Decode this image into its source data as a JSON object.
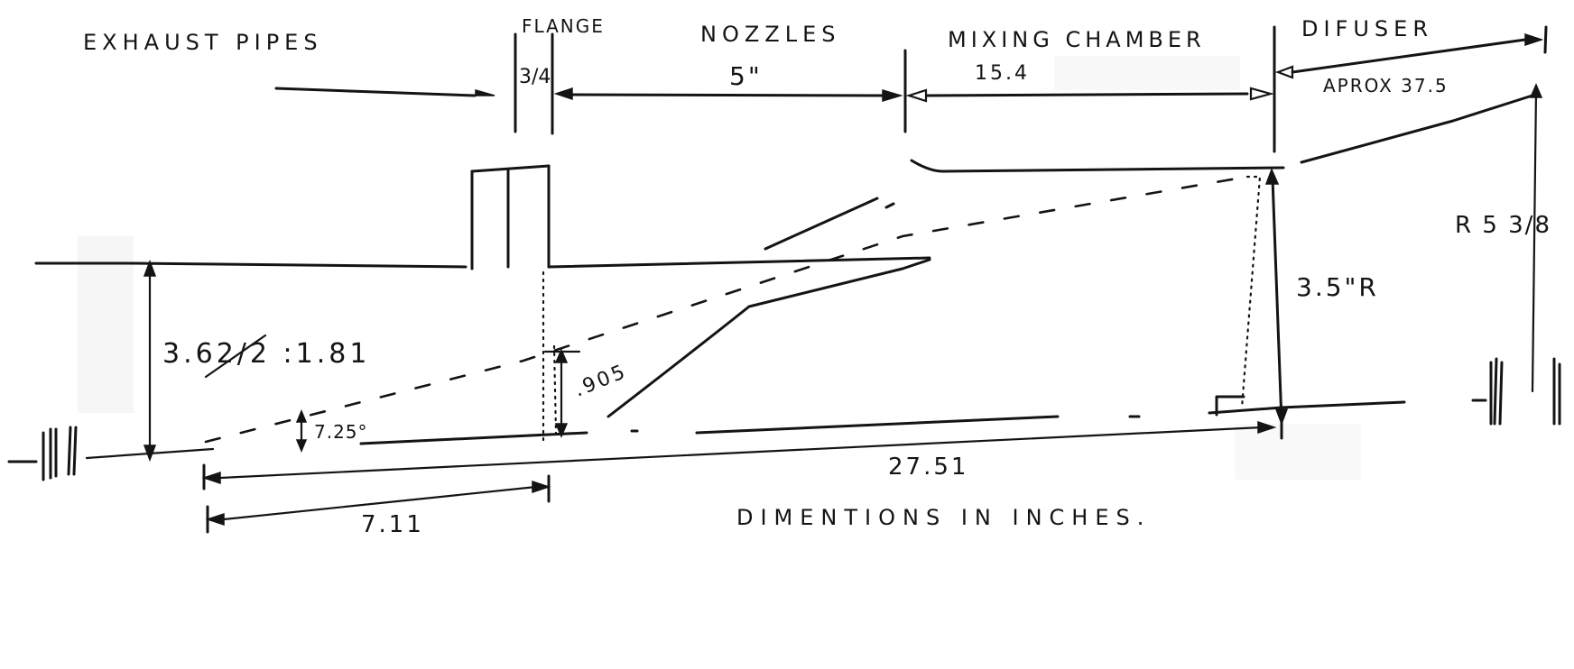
{
  "section_labels": {
    "exhaust_pipes": "EXHAUST  PIPES",
    "flange": "FLANGE",
    "nozzles": "NOZZLES",
    "mixing_chamber": "MIXING CHAMBER",
    "diffuser": "DIFUSER"
  },
  "dimensions": {
    "flange_width": "3/4",
    "nozzle_length": "5\"",
    "mixing_chamber_length": "15.4",
    "diffuser_length": "APROX 37.5",
    "diffuser_outlet_radius": "R 5 3/8",
    "mixing_chamber_radius": "3.5\"R",
    "pipe_diameter": "3.62/2 :1.81",
    "nozzle_offset": ".905",
    "nozzle_angle": "7.25°",
    "overall_length": "27.51",
    "pipe_to_flange": "7.11"
  },
  "footer_note": "DIMENTIONS  IN  INCHES."
}
